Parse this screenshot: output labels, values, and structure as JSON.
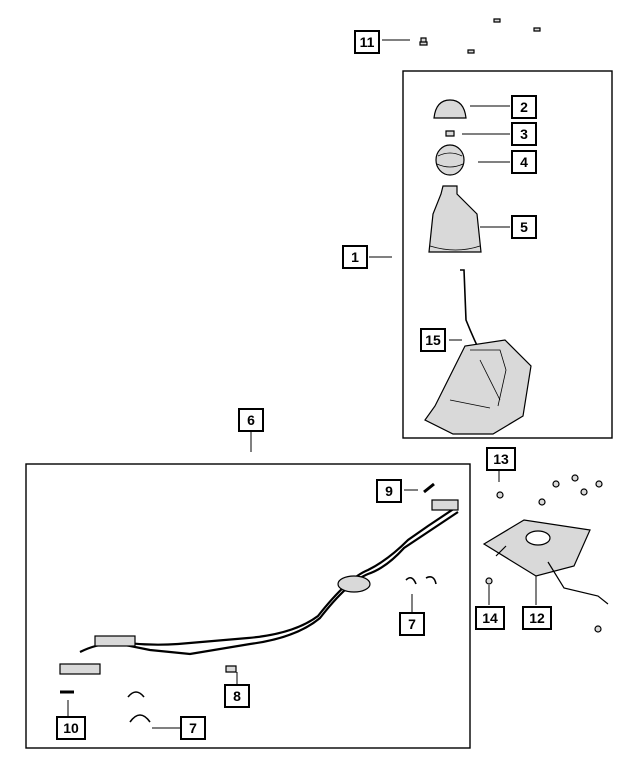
{
  "diagram": {
    "callouts": [
      {
        "id": "c1",
        "label": "1"
      },
      {
        "id": "c2",
        "label": "2"
      },
      {
        "id": "c3",
        "label": "3"
      },
      {
        "id": "c4",
        "label": "4"
      },
      {
        "id": "c5",
        "label": "5"
      },
      {
        "id": "c6",
        "label": "6"
      },
      {
        "id": "c7a",
        "label": "7"
      },
      {
        "id": "c7b",
        "label": "7"
      },
      {
        "id": "c8",
        "label": "8"
      },
      {
        "id": "c9",
        "label": "9"
      },
      {
        "id": "c10",
        "label": "10"
      },
      {
        "id": "c11",
        "label": "11"
      },
      {
        "id": "c12",
        "label": "12"
      },
      {
        "id": "c13",
        "label": "13"
      },
      {
        "id": "c14",
        "label": "14"
      },
      {
        "id": "c15",
        "label": "15"
      }
    ],
    "colors": {
      "line": "#000000",
      "background": "#ffffff",
      "part_fill": "#d9d9d9"
    }
  }
}
